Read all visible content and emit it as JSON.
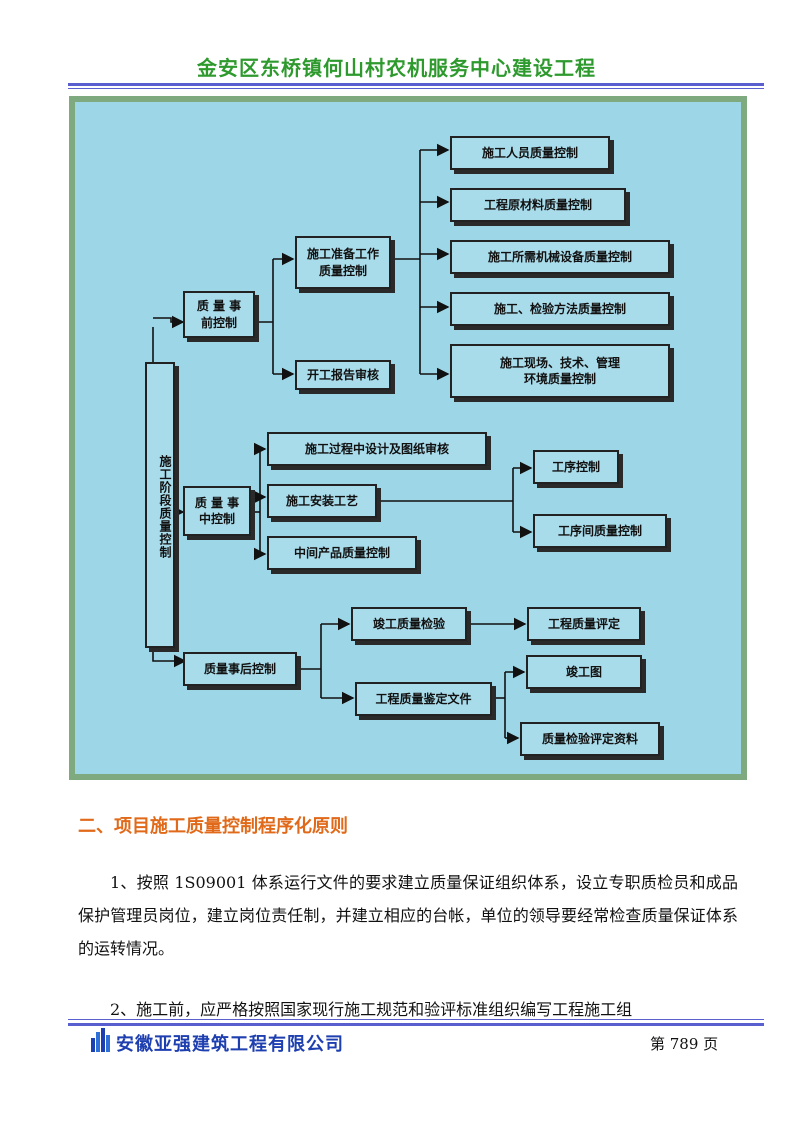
{
  "header": {
    "title": "金安区东桥镇何山村农机服务中心建设工程"
  },
  "diagram": {
    "root": "施工阶段质量控制",
    "pre": {
      "label": "质 量 事\n前控制",
      "prep": "施工准备工作\n质量控制",
      "report": "开工报告审核",
      "items": [
        "施工人员质量控制",
        "工程原材料质量控制",
        "施工所需机械设备质量控制",
        "施工、检验方法质量控制",
        "施工现场、技术、管理\n环境质量控制"
      ]
    },
    "mid": {
      "label": "质 量 事\n中控制",
      "design": "施工过程中设计及图纸审核",
      "craft": "施工安装工艺",
      "product": "中间产品质量控制",
      "process": "工序控制",
      "between": "工序间质量控制"
    },
    "post": {
      "label": "质量事后控制",
      "inspect": "竣工质量检验",
      "assess": "工程质量评定",
      "docs": "工程质量鉴定文件",
      "drawing": "竣工图",
      "data": "质量检验评定资料"
    }
  },
  "section": {
    "heading": "二、项目施工质量控制程序化原则"
  },
  "paragraphs": [
    "1、按照 1S09001 体系运行文件的要求建立质量保证组织体系，设立专职质检员和成品保护管理员岗位，建立岗位责任制，并建立相应的台帐，单位的领导要经常检查质量保证体系的运转情况。",
    "2、施工前，应严格按照国家现行施工规范和验评标准组织编写工程施工组"
  ],
  "footer": {
    "company": "安徽亚强建筑工程有限公司",
    "page": "第 789 页"
  },
  "colors": {
    "header_green": "#2e9a2e",
    "rule_blue": "#5a5fd0",
    "heading_orange": "#e06a1a",
    "company_blue": "#1e3fb0",
    "diagram_bg": "#9dd7e7"
  }
}
